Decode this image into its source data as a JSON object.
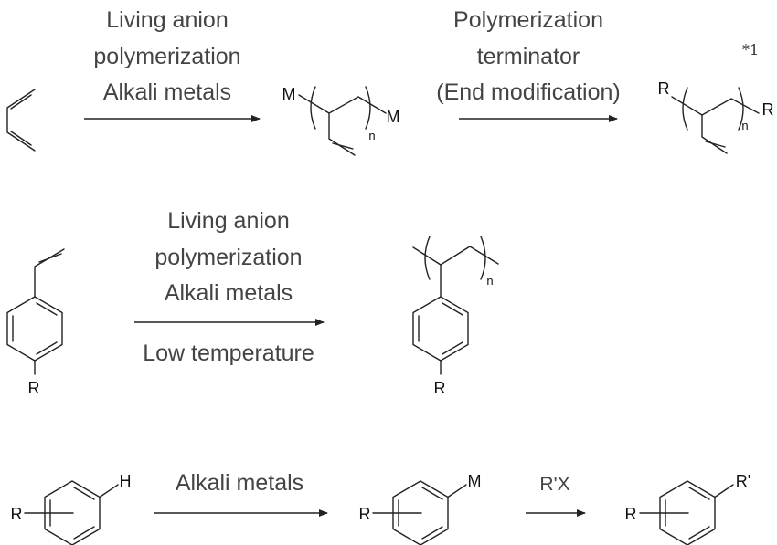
{
  "reaction_1": {
    "step_1_conditions": [
      "Living anion",
      "polymerization",
      "Alkali metals"
    ],
    "intermediate_labels": {
      "left_end": "M",
      "right_end": "M",
      "repeat": "n"
    },
    "step_2_conditions": [
      "Polymerization",
      "terminator",
      "(End modification)"
    ],
    "product_labels": {
      "left_end": "R",
      "right_end": "R",
      "repeat": "n"
    },
    "footnote": "*1"
  },
  "reaction_2": {
    "conditions_above": [
      "Living anion",
      "polymerization",
      "Alkali metals"
    ],
    "conditions_below": "Low temperature",
    "monomer_substituent": "R",
    "product_substituent": "R",
    "repeat": "n"
  },
  "reaction_3": {
    "start_substituent": "R",
    "start_atom": "H",
    "step_1_conditions": "Alkali metals",
    "intermediate_substituent": "R",
    "intermediate_atom": "M",
    "step_2_conditions": "R'X",
    "product_substituent": "R",
    "product_atom": "R'"
  }
}
